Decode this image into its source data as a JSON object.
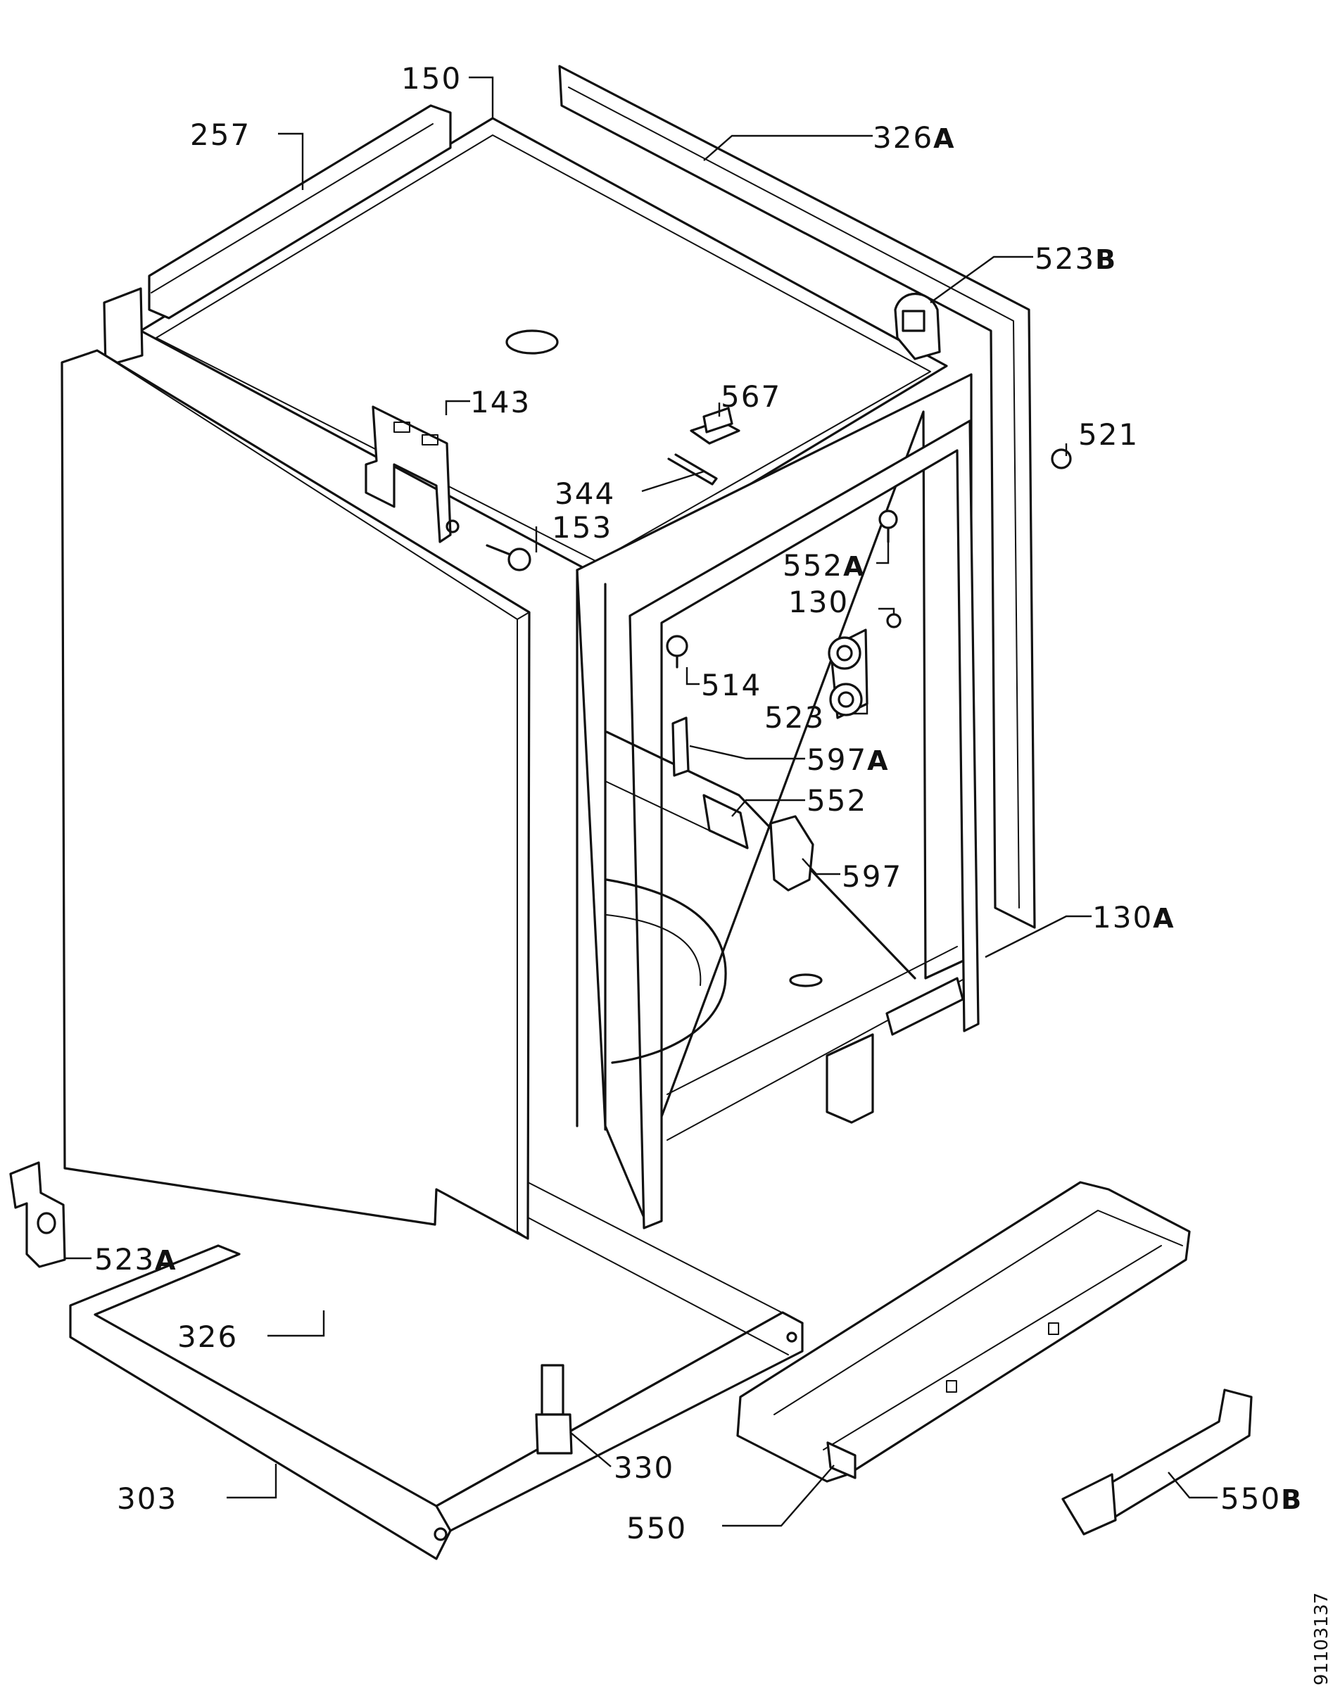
{
  "labels": {
    "p150": "150",
    "p257": "257",
    "p326a": "326",
    "p326a_suffix": "A",
    "p523b": "523",
    "p523b_suffix": "B",
    "p143": "143",
    "p567": "567",
    "p521": "521",
    "p344": "344",
    "p153": "153",
    "p552a": "552",
    "p552a_suffix": "A",
    "p130": "130",
    "p514": "514",
    "p523": "523",
    "p597a": "597",
    "p597a_suffix": "A",
    "p552": "552",
    "p597": "597",
    "p130a": "130",
    "p130a_suffix": "A",
    "p523a": "523",
    "p523a_suffix": "A",
    "p326": "326",
    "p330": "330",
    "p303": "303",
    "p550": "550",
    "p550b": "550",
    "p550b_suffix": "B"
  },
  "document_code": "91103137"
}
